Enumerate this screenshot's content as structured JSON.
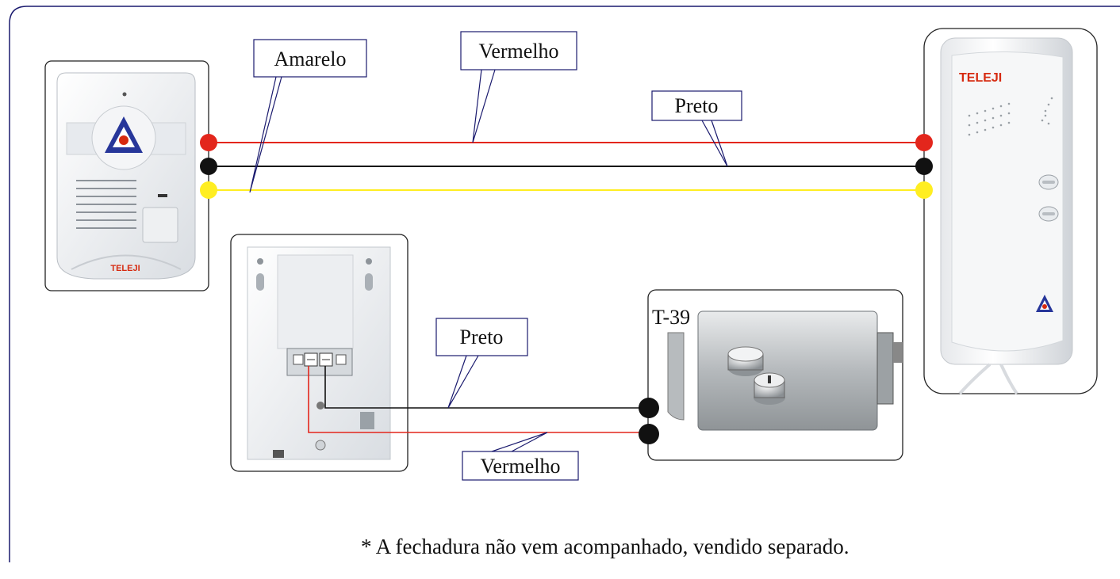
{
  "labels": {
    "amarelo": "Amarelo",
    "vermelho_top": "Vermelho",
    "preto_top": "Preto",
    "preto_lock": "Preto",
    "vermelho_lock": "Vermelho",
    "lock_model": "T-39"
  },
  "brand": {
    "door_station": "TELEJI",
    "handset": "TELEJI"
  },
  "note": "* A fechadura não vem acompanhado, vendido separado.",
  "colors": {
    "red_wire": "#e3261c",
    "black_wire": "#111111",
    "yellow_wire": "#ffee22",
    "frame": "#1a1a6e",
    "brand_red": "#d62a10",
    "logo_blue": "#27369a"
  },
  "icons": {
    "door_logo": "triangle-star-logo",
    "handset_logo": "triangle-star-logo"
  }
}
